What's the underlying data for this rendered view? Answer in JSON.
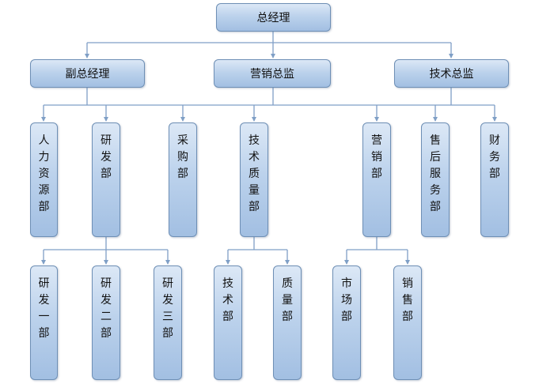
{
  "org_chart": {
    "root": "总经理",
    "level1": [
      "副总经理",
      "营销总监",
      "技术总监"
    ],
    "level2": [
      "人力资源部",
      "研发部",
      "采购部",
      "技术质量部",
      "营销部",
      "售后服务部",
      "财务部"
    ],
    "level3": [
      "研发一部",
      "研发二部",
      "研发三部",
      "技术部",
      "质量部",
      "市场部",
      "销售部"
    ]
  },
  "colors": {
    "node_fill_top": "#dce8f6",
    "node_fill_bottom": "#a2bfe2",
    "node_border": "#6e8fb5",
    "connector": "#7f9fc6"
  }
}
